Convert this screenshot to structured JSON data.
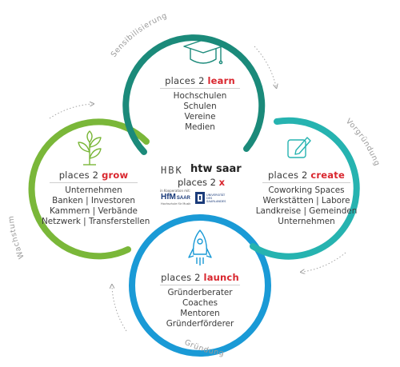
{
  "center": {
    "logo_hbk": "HBK",
    "logo_htw": "htw saar",
    "title_prefix": "places 2",
    "title_suffix": "x",
    "cooperation_note": "in Kooperation mit:",
    "hfm": "HfM",
    "hfm_tag": "SAAR",
    "hfm_sub": "Hochschule für Musik",
    "uni_lines": [
      "UNIVERSITÄT",
      "DES",
      "SAARLANDES"
    ]
  },
  "circles": [
    {
      "id": "learn",
      "title_prefix": "places 2",
      "title_suffix": "learn",
      "icon": "graduation-cap-icon",
      "color": "#1b8a7a",
      "items": [
        "Hochschulen",
        "Schulen",
        "Vereine",
        "Medien"
      ]
    },
    {
      "id": "create",
      "title_prefix": "places 2",
      "title_suffix": "create",
      "icon": "pencil-note-icon",
      "color": "#26b3b0",
      "items": [
        "Coworking Spaces",
        "Werkstätten | Labore",
        "Landkreise | Gemeinden",
        "Unternehmen"
      ]
    },
    {
      "id": "launch",
      "title_prefix": "places 2",
      "title_suffix": "launch",
      "icon": "rocket-icon",
      "color": "#1a9ad6",
      "items": [
        "Gründerberater",
        "Coaches",
        "Mentoren",
        "Gründerförderer"
      ]
    },
    {
      "id": "grow",
      "title_prefix": "places 2",
      "title_suffix": "grow",
      "icon": "sprout-icon",
      "color": "#7ab739",
      "items": [
        "Unternehmen",
        "Banken | Investoren",
        "Kammern | Verbände",
        "Netzwerk | Transferstellen"
      ]
    }
  ],
  "phases": {
    "top": "Sensibilisierung",
    "right": "Vorgründung",
    "bottom": "Gründung",
    "left": "Wachstum"
  }
}
